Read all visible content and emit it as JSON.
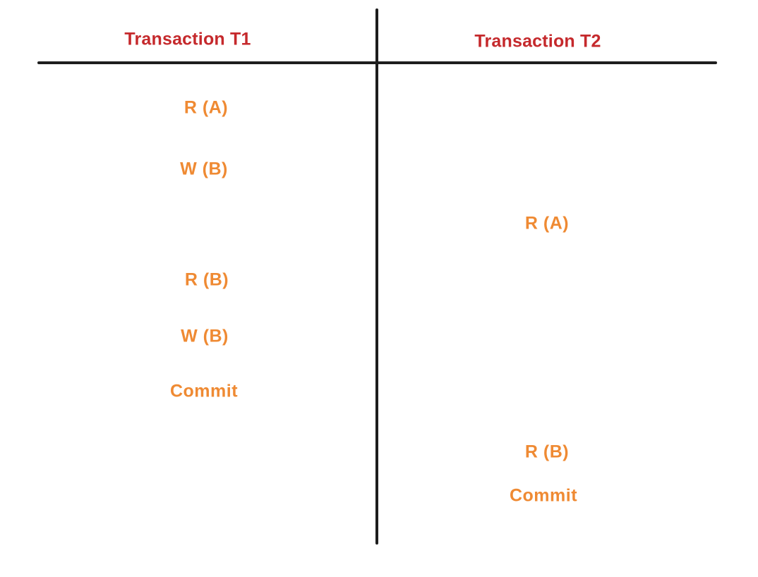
{
  "diagram": {
    "title": "transaction-schedule",
    "colors": {
      "header_text": "#c5292c",
      "operation_text": "#ef8a33",
      "line": "#1e1e1e",
      "background": "#ffffff"
    },
    "columns": {
      "t1": {
        "header": "Transaction T1",
        "operations": [
          "R (A)",
          "W (B)",
          "R (B)",
          "W (B)",
          "Commit"
        ]
      },
      "t2": {
        "header": "Transaction T2",
        "operations": [
          "R (A)",
          "R (B)",
          "Commit"
        ]
      }
    }
  }
}
